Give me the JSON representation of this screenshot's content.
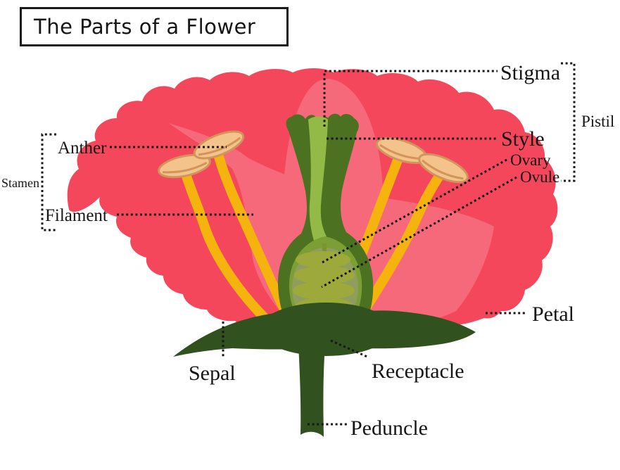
{
  "title": "The Parts of a Flower",
  "labels": {
    "stigma": "Stigma",
    "pistil": "Pistil",
    "style": "Style",
    "ovary": "Ovary",
    "ovule": "Ovule",
    "petal": "Petal",
    "anther": "Anther",
    "stamen": "Stamen",
    "filament": "Filament",
    "sepal": "Sepal",
    "receptacle": "Receptacle",
    "peduncle": "Peduncle"
  },
  "palette": {
    "petal_red": "#f4475c",
    "petal_light_red": "#f5697a",
    "dark_green": "#31511e",
    "pistil_green": "#4c7120",
    "style_light_green": "#93ba47",
    "ovary_capsule_green": "#7c9f35",
    "ovary_inner_olive": "#8f9e5e",
    "ovule_olive": "#9ea93c",
    "filament_yellow": "#f5b30e",
    "anther_fill": "#f4c38c",
    "anther_outline": "#d1945b",
    "leader_line": "#161616"
  }
}
